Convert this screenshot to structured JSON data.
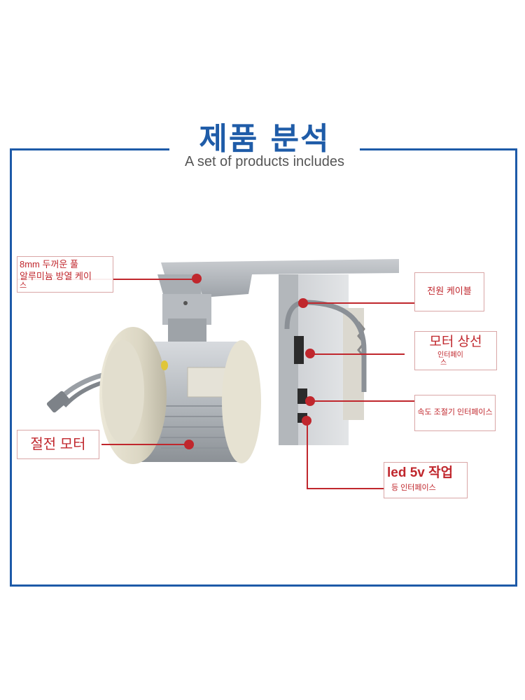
{
  "header": {
    "title": "제품 분석",
    "subtitle": "A set of products includes"
  },
  "callouts": {
    "heatsink_line1": "8mm 두꺼운 풀",
    "heatsink_line2": "알루미늄 방열 케이",
    "heatsink_line3": "스",
    "power_cable": "전원 케이블",
    "motor_phase": "모터 상선",
    "motor_phase_sub1": "인터페이",
    "motor_phase_sub2": "스",
    "speed_interface": "속도 조절기 인터페이스",
    "led_main": "led 5v 작업",
    "led_sub": "등 인터페이스",
    "motor": "절전 모터"
  },
  "colors": {
    "frame": "#1d5aa8",
    "title": "#1f5ca8",
    "callout": "#c0272d"
  }
}
